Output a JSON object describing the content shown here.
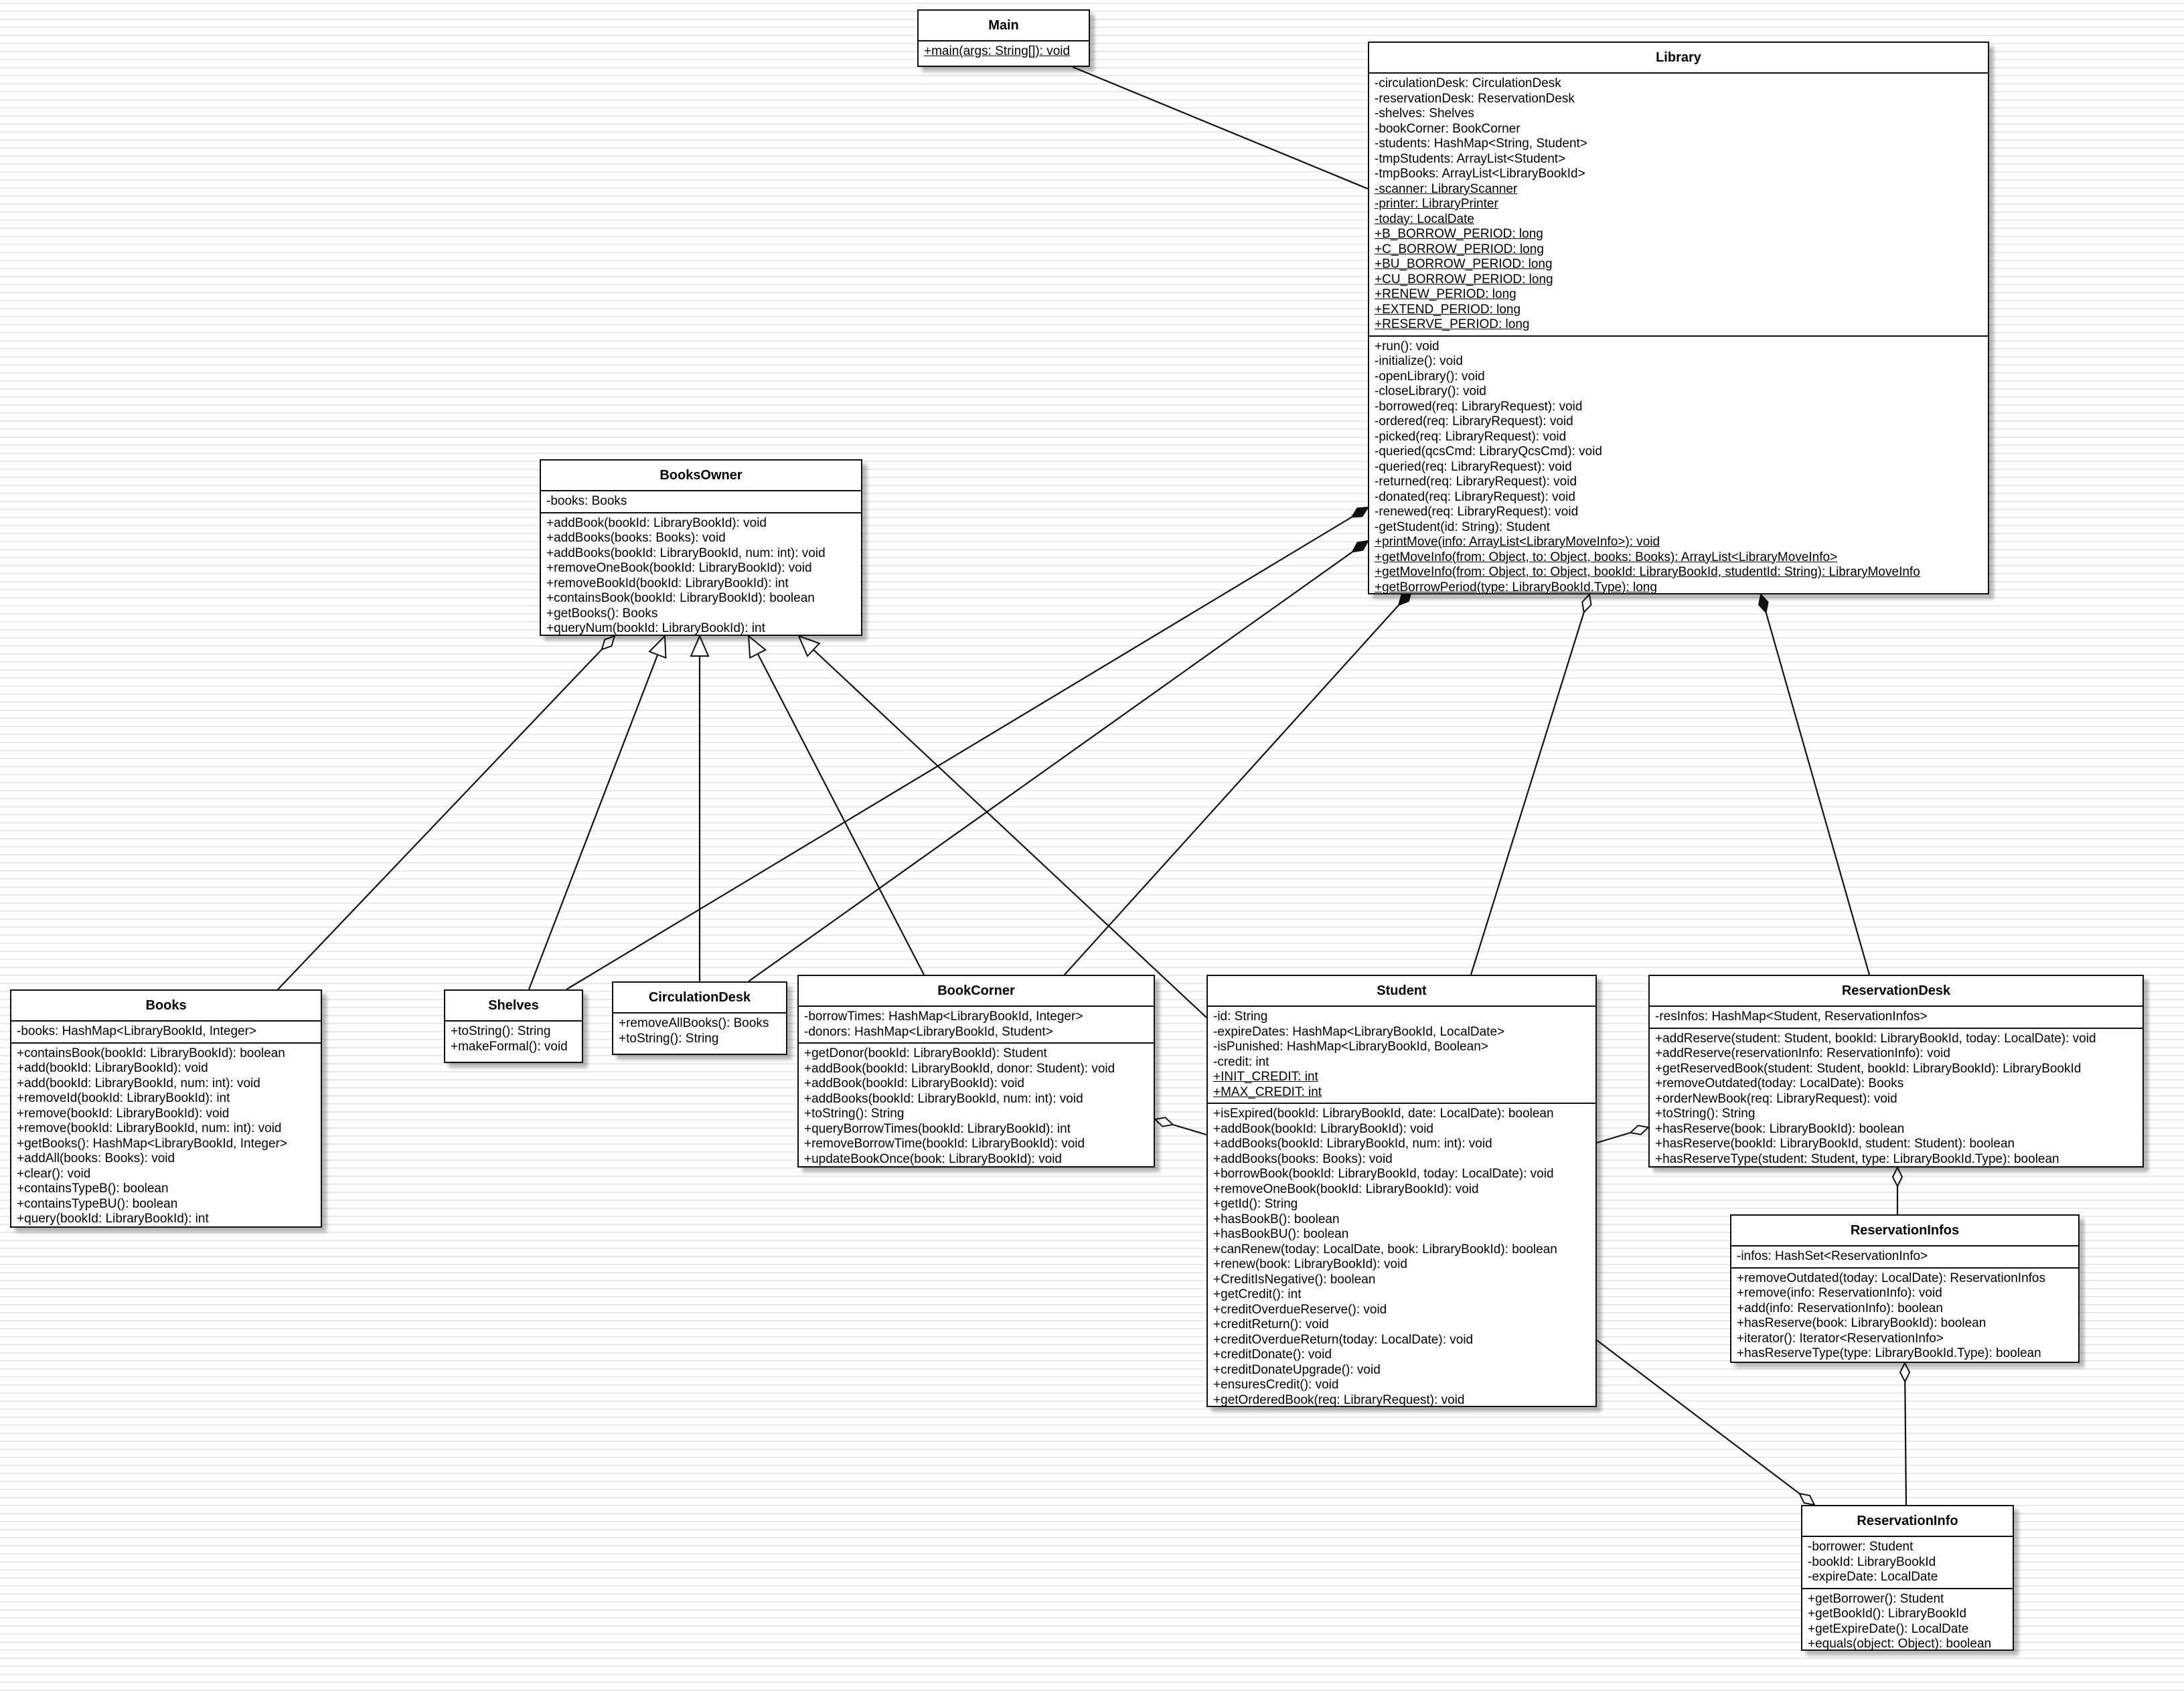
{
  "classes": [
    {
      "id": "Main",
      "name": "Main",
      "attributes": [],
      "methods": [
        {
          "text": "+main(args: String[]): void",
          "static": true
        }
      ]
    },
    {
      "id": "Library",
      "name": "Library",
      "attributes": [
        {
          "text": "-circulationDesk: CirculationDesk"
        },
        {
          "text": "-reservationDesk: ReservationDesk"
        },
        {
          "text": "-shelves: Shelves"
        },
        {
          "text": "-bookCorner: BookCorner"
        },
        {
          "text": "-students: HashMap<String, Student>"
        },
        {
          "text": "-tmpStudents: ArrayList<Student>"
        },
        {
          "text": "-tmpBooks: ArrayList<LibraryBookId>"
        },
        {
          "text": "-scanner: LibraryScanner",
          "static": true
        },
        {
          "text": "-printer: LibraryPrinter",
          "static": true
        },
        {
          "text": "-today: LocalDate",
          "static": true
        },
        {
          "text": "+B_BORROW_PERIOD: long",
          "static": true
        },
        {
          "text": "+C_BORROW_PERIOD: long",
          "static": true
        },
        {
          "text": "+BU_BORROW_PERIOD: long",
          "static": true
        },
        {
          "text": "+CU_BORROW_PERIOD: long",
          "static": true
        },
        {
          "text": "+RENEW_PERIOD: long",
          "static": true
        },
        {
          "text": "+EXTEND_PERIOD: long",
          "static": true
        },
        {
          "text": "+RESERVE_PERIOD: long",
          "static": true
        }
      ],
      "methods": [
        {
          "text": "+run(): void"
        },
        {
          "text": "-initialize(): void"
        },
        {
          "text": "-openLibrary(): void"
        },
        {
          "text": "-closeLibrary(): void"
        },
        {
          "text": "-borrowed(req: LibraryRequest): void"
        },
        {
          "text": "-ordered(req: LibraryRequest): void"
        },
        {
          "text": "-picked(req: LibraryRequest): void"
        },
        {
          "text": "-queried(qcsCmd: LibraryQcsCmd): void"
        },
        {
          "text": "-queried(req: LibraryRequest): void"
        },
        {
          "text": "-returned(req: LibraryRequest): void"
        },
        {
          "text": "-donated(req: LibraryRequest): void"
        },
        {
          "text": "-renewed(req: LibraryRequest): void"
        },
        {
          "text": "-getStudent(id: String): Student"
        },
        {
          "text": "+printMove(info: ArrayList<LibraryMoveInfo>): void",
          "static": true
        },
        {
          "text": "+getMoveInfo(from: Object, to: Object, books: Books): ArrayList<LibraryMoveInfo>",
          "static": true
        },
        {
          "text": "+getMoveInfo(from: Object, to: Object, bookId: LibraryBookId, studentId: String): LibraryMoveInfo",
          "static": true
        },
        {
          "text": "+getBorrowPeriod(type: LibraryBookId.Type): long",
          "static": true
        }
      ]
    },
    {
      "id": "BooksOwner",
      "name": "BooksOwner",
      "attributes": [
        {
          "text": "-books: Books"
        }
      ],
      "methods": [
        {
          "text": "+addBook(bookId: LibraryBookId): void"
        },
        {
          "text": "+addBooks(books: Books): void"
        },
        {
          "text": "+addBooks(bookId: LibraryBookId, num: int): void"
        },
        {
          "text": "+removeOneBook(bookId: LibraryBookId): void"
        },
        {
          "text": "+removeBookId(bookId: LibraryBookId): int"
        },
        {
          "text": "+containsBook(bookId: LibraryBookId): boolean"
        },
        {
          "text": "+getBooks(): Books"
        },
        {
          "text": "+queryNum(bookId: LibraryBookId): int"
        }
      ]
    },
    {
      "id": "Books",
      "name": "Books",
      "attributes": [
        {
          "text": "-books: HashMap<LibraryBookId, Integer>"
        }
      ],
      "methods": [
        {
          "text": "+containsBook(bookId: LibraryBookId): boolean"
        },
        {
          "text": "+add(bookId: LibraryBookId): void"
        },
        {
          "text": "+add(bookId: LibraryBookId, num: int): void"
        },
        {
          "text": "+removeId(bookId: LibraryBookId): int"
        },
        {
          "text": "+remove(bookId: LibraryBookId): void"
        },
        {
          "text": "+remove(bookId: LibraryBookId, num: int): void"
        },
        {
          "text": "+getBooks(): HashMap<LibraryBookId, Integer>"
        },
        {
          "text": "+addAll(books: Books): void"
        },
        {
          "text": "+clear(): void"
        },
        {
          "text": "+containsTypeB(): boolean"
        },
        {
          "text": "+containsTypeBU(): boolean"
        },
        {
          "text": "+query(bookId: LibraryBookId): int"
        }
      ]
    },
    {
      "id": "Shelves",
      "name": "Shelves",
      "attributes": [],
      "methods": [
        {
          "text": "+toString(): String"
        },
        {
          "text": "+makeFormal(): void"
        }
      ]
    },
    {
      "id": "CirculationDesk",
      "name": "CirculationDesk",
      "attributes": [],
      "methods": [
        {
          "text": "+removeAllBooks(): Books"
        },
        {
          "text": "+toString(): String"
        }
      ]
    },
    {
      "id": "BookCorner",
      "name": "BookCorner",
      "attributes": [
        {
          "text": "-borrowTimes: HashMap<LibraryBookId, Integer>"
        },
        {
          "text": "-donors: HashMap<LibraryBookId, Student>"
        }
      ],
      "methods": [
        {
          "text": "+getDonor(bookId: LibraryBookId): Student"
        },
        {
          "text": "+addBook(bookId: LibraryBookId, donor: Student): void"
        },
        {
          "text": "+addBook(bookId: LibraryBookId): void"
        },
        {
          "text": "+addBooks(bookId: LibraryBookId, num: int): void"
        },
        {
          "text": "+toString(): String"
        },
        {
          "text": "+queryBorrowTimes(bookId: LibraryBookId): int"
        },
        {
          "text": "+removeBorrowTime(bookId: LibraryBookId): void"
        },
        {
          "text": "+updateBookOnce(book: LibraryBookId): void"
        }
      ]
    },
    {
      "id": "Student",
      "name": "Student",
      "attributes": [
        {
          "text": "-id: String"
        },
        {
          "text": "-expireDates: HashMap<LibraryBookId, LocalDate>"
        },
        {
          "text": "-isPunished: HashMap<LibraryBookId, Boolean>"
        },
        {
          "text": "-credit: int"
        },
        {
          "text": "+INIT_CREDIT: int",
          "static": true
        },
        {
          "text": "+MAX_CREDIT: int",
          "static": true
        }
      ],
      "methods": [
        {
          "text": "+isExpired(bookId: LibraryBookId, date: LocalDate): boolean"
        },
        {
          "text": "+addBook(bookId: LibraryBookId): void"
        },
        {
          "text": "+addBooks(bookId: LibraryBookId, num: int): void"
        },
        {
          "text": "+addBooks(books: Books): void"
        },
        {
          "text": "+borrowBook(bookId: LibraryBookId, today: LocalDate): void"
        },
        {
          "text": "+removeOneBook(bookId: LibraryBookId): void"
        },
        {
          "text": "+getId(): String"
        },
        {
          "text": "+hasBookB(): boolean"
        },
        {
          "text": "+hasBookBU(): boolean"
        },
        {
          "text": "+canRenew(today: LocalDate, book: LibraryBookId): boolean"
        },
        {
          "text": "+renew(book: LibraryBookId): void"
        },
        {
          "text": "+CreditIsNegative(): boolean"
        },
        {
          "text": "+getCredit(): int"
        },
        {
          "text": "+creditOverdueReserve(): void"
        },
        {
          "text": "+creditReturn(): void"
        },
        {
          "text": "+creditOverdueReturn(today: LocalDate): void"
        },
        {
          "text": "+creditDonate(): void"
        },
        {
          "text": "+creditDonateUpgrade(): void"
        },
        {
          "text": "+ensuresCredit(): void"
        },
        {
          "text": "+getOrderedBook(req: LibraryRequest): void"
        }
      ]
    },
    {
      "id": "ReservationDesk",
      "name": "ReservationDesk",
      "attributes": [
        {
          "text": "-resInfos: HashMap<Student, ReservationInfos>"
        }
      ],
      "methods": [
        {
          "text": "+addReserve(student: Student, bookId: LibraryBookId, today: LocalDate): void"
        },
        {
          "text": "+addReserve(reservationInfo: ReservationInfo): void"
        },
        {
          "text": "+getReservedBook(student: Student, bookId: LibraryBookId): LibraryBookId"
        },
        {
          "text": "+removeOutdated(today: LocalDate): Books"
        },
        {
          "text": "+orderNewBook(req: LibraryRequest): void"
        },
        {
          "text": "+toString(): String"
        },
        {
          "text": "+hasReserve(book: LibraryBookId): boolean"
        },
        {
          "text": "+hasReserve(bookId: LibraryBookId, student: Student): boolean"
        },
        {
          "text": "+hasReserveType(student: Student, type: LibraryBookId.Type): boolean"
        }
      ]
    },
    {
      "id": "ReservationInfos",
      "name": "ReservationInfos",
      "attributes": [
        {
          "text": "-infos: HashSet<ReservationInfo>"
        }
      ],
      "methods": [
        {
          "text": "+removeOutdated(today: LocalDate): ReservationInfos"
        },
        {
          "text": "+remove(info: ReservationInfo): void"
        },
        {
          "text": "+add(info: ReservationInfo): boolean"
        },
        {
          "text": "+hasReserve(book: LibraryBookId): boolean"
        },
        {
          "text": "+iterator(): Iterator<ReservationInfo>"
        },
        {
          "text": "+hasReserveType(type: LibraryBookId.Type): boolean"
        }
      ]
    },
    {
      "id": "ReservationInfo",
      "name": "ReservationInfo",
      "attributes": [
        {
          "text": "-borrower: Student"
        },
        {
          "text": "-bookId: LibraryBookId"
        },
        {
          "text": "-expireDate: LocalDate"
        }
      ],
      "methods": [
        {
          "text": "+getBorrower(): Student"
        },
        {
          "text": "+getBookId(): LibraryBookId"
        },
        {
          "text": "+getExpireDate(): LocalDate"
        },
        {
          "text": "+equals(object: Object): boolean"
        }
      ]
    }
  ],
  "relations": [
    {
      "type": "association",
      "from": "Main",
      "to": "Library"
    },
    {
      "type": "composition",
      "from": "Library",
      "to": "Shelves"
    },
    {
      "type": "composition",
      "from": "Library",
      "to": "CirculationDesk"
    },
    {
      "type": "composition",
      "from": "Library",
      "to": "BookCorner"
    },
    {
      "type": "aggregation",
      "from": "Library",
      "to": "Student"
    },
    {
      "type": "composition",
      "from": "Library",
      "to": "ReservationDesk"
    },
    {
      "type": "aggregation",
      "from": "BooksOwner",
      "to": "Books"
    },
    {
      "type": "generalization",
      "from": "Shelves",
      "to": "BooksOwner"
    },
    {
      "type": "generalization",
      "from": "CirculationDesk",
      "to": "BooksOwner"
    },
    {
      "type": "generalization",
      "from": "BookCorner",
      "to": "BooksOwner"
    },
    {
      "type": "generalization",
      "from": "Student",
      "to": "BooksOwner"
    },
    {
      "type": "aggregation",
      "from": "BookCorner",
      "to": "Student"
    },
    {
      "type": "aggregation",
      "from": "ReservationDesk",
      "to": "Student"
    },
    {
      "type": "aggregation",
      "from": "ReservationDesk",
      "to": "ReservationInfos"
    },
    {
      "type": "aggregation",
      "from": "ReservationInfos",
      "to": "ReservationInfo"
    },
    {
      "type": "aggregation",
      "from": "ReservationInfo",
      "to": "Student"
    }
  ]
}
